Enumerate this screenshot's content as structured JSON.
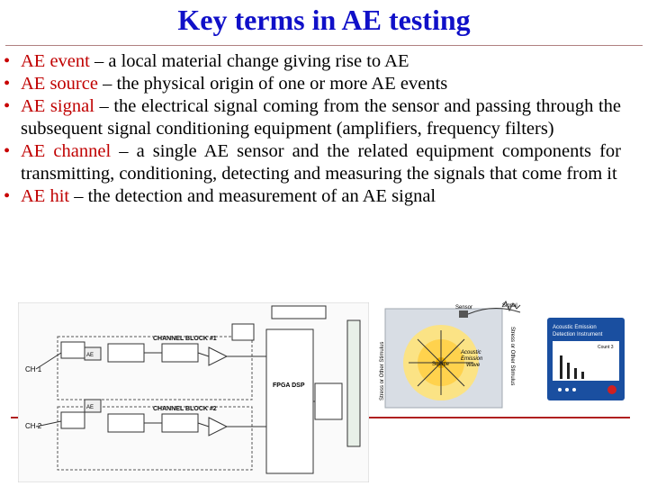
{
  "slide": {
    "title": "Key terms in AE testing",
    "bullets": [
      {
        "term": "AE event",
        "text": " – a local material change giving rise to AE"
      },
      {
        "term": "AE source",
        "text": " – the physical origin of one or more AE events"
      },
      {
        "term": "AE signal",
        "text": " – the electrical signal coming from the sensor and passing through the subsequent signal conditioning equipment (amplifiers, frequency filters)"
      },
      {
        "term": "AE channel",
        "text": " – a single AE sensor and the related equipment components for transmitting, conditioning, detecting and measuring the signals that come from it"
      },
      {
        "term": "AE hit",
        "text": " – the detection and measurement of an AE signal"
      }
    ]
  },
  "figure_left": {
    "block1": "CHANNEL BLOCK #1",
    "block2": "CHANNEL BLOCK #2",
    "ch1": "CH 1",
    "ch2": "CH 2",
    "ae_label": "AE",
    "dsp": "FPGA DSP"
  },
  "figure_right": {
    "sensor": "Sensor",
    "signal": "Signal",
    "instrument_line1": "Acoustic Emission",
    "instrument_line2": "Detection Instrument",
    "count": "Count 3",
    "wave_line1": "Acoustic",
    "wave_line2": "Emission",
    "wave_line3": "Wave",
    "source": "Source",
    "stress_left": "Stress or Other Stimulus",
    "stress_right": "Stress or Other Stimulus"
  }
}
